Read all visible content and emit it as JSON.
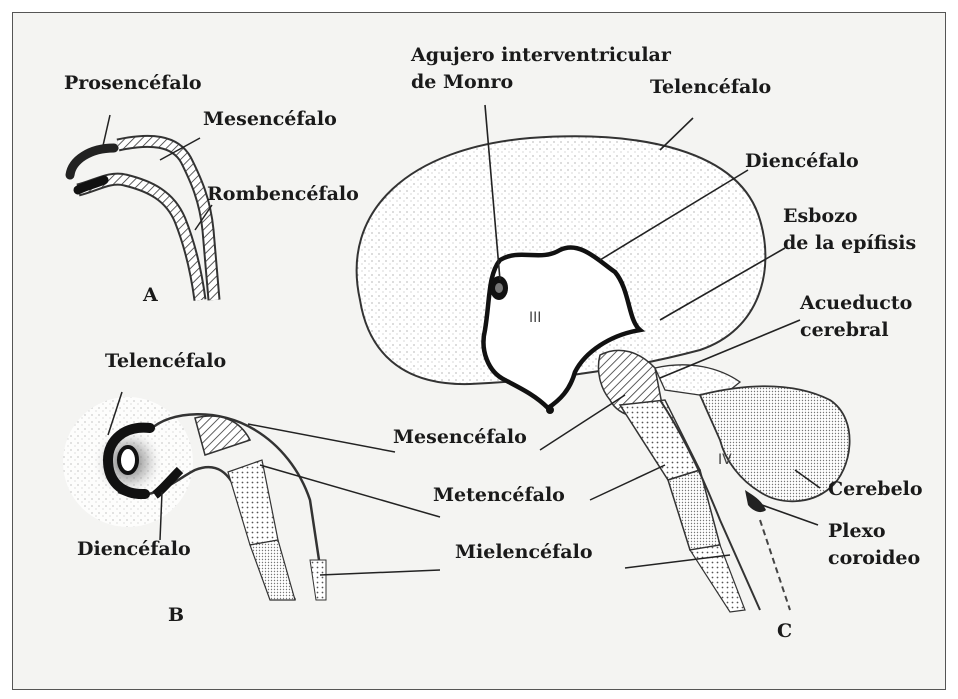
{
  "panels": {
    "a": {
      "letter": "A",
      "labels": {
        "prosencefalo": "Prosencéfalo",
        "mesencefalo": "Mesencéfalo",
        "rombencefalo": "Rombencéfalo"
      }
    },
    "b": {
      "letter": "B",
      "labels": {
        "telencefalo": "Telencéfalo",
        "diencefalo": "Diencéfalo"
      }
    },
    "c": {
      "letter": "C",
      "labels": {
        "monro_line1": "Agujero interventricular",
        "monro_line2": "de Monro",
        "telencefalo": "Telencéfalo",
        "diencefalo": "Diencéfalo",
        "epifisis_line1": "Esbozo",
        "epifisis_line2": "de la epífisis",
        "acueducto_line1": "Acueducto",
        "acueducto_line2": "cerebral",
        "cerebelo": "Cerebelo",
        "plexo_line1": "Plexo",
        "plexo_line2": "coroideo"
      },
      "ventricles": {
        "third": "III",
        "fourth": "IV"
      }
    }
  },
  "shared_labels": {
    "mesencefalo": "Mesencéfalo",
    "metencefalo": "Metencéfalo",
    "mielencefalo": "Mielencéfalo"
  }
}
